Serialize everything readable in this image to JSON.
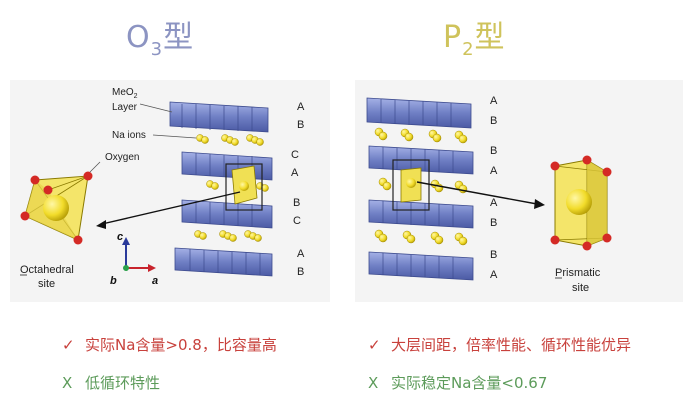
{
  "left": {
    "title_main": "O",
    "title_sub": "3",
    "title_suffix": "型",
    "labels": {
      "meo2_line1": "MeO",
      "meo2_sub": "2",
      "meo2_line2": "Layer",
      "na_ions": "Na ions",
      "oxygen": "Oxygen",
      "site_line1": "Octahedral",
      "site_line2": "site",
      "axis_c": "c",
      "axis_b": "b",
      "axis_a": "a"
    },
    "stacking": [
      "A",
      "B",
      "C",
      "A",
      "B",
      "C",
      "A",
      "B"
    ],
    "pros": "实际Na含量>0.8，比容量高",
    "cons": "低循环特性"
  },
  "right": {
    "title_main": "P",
    "title_sub": "2",
    "title_suffix": "型",
    "labels": {
      "site_line1": "Prismatic",
      "site_line2": "site"
    },
    "stacking": [
      "A",
      "B",
      "B",
      "A",
      "A",
      "B",
      "B",
      "A"
    ],
    "pros": "大层间距，倍率性能、循环性能优异",
    "cons": "实际稳定Na含量<0.67"
  },
  "marks": {
    "check": "✓",
    "cross": "X"
  },
  "colors": {
    "o3_title": "#8c94c2",
    "p2_title": "#cfc35b",
    "layer_blue": "#6f7fc4",
    "na_yellow": "#f2dc2a",
    "oxygen_red": "#d42a25",
    "pros_red": "#c8413c",
    "cons_green": "#5c9b5a"
  }
}
